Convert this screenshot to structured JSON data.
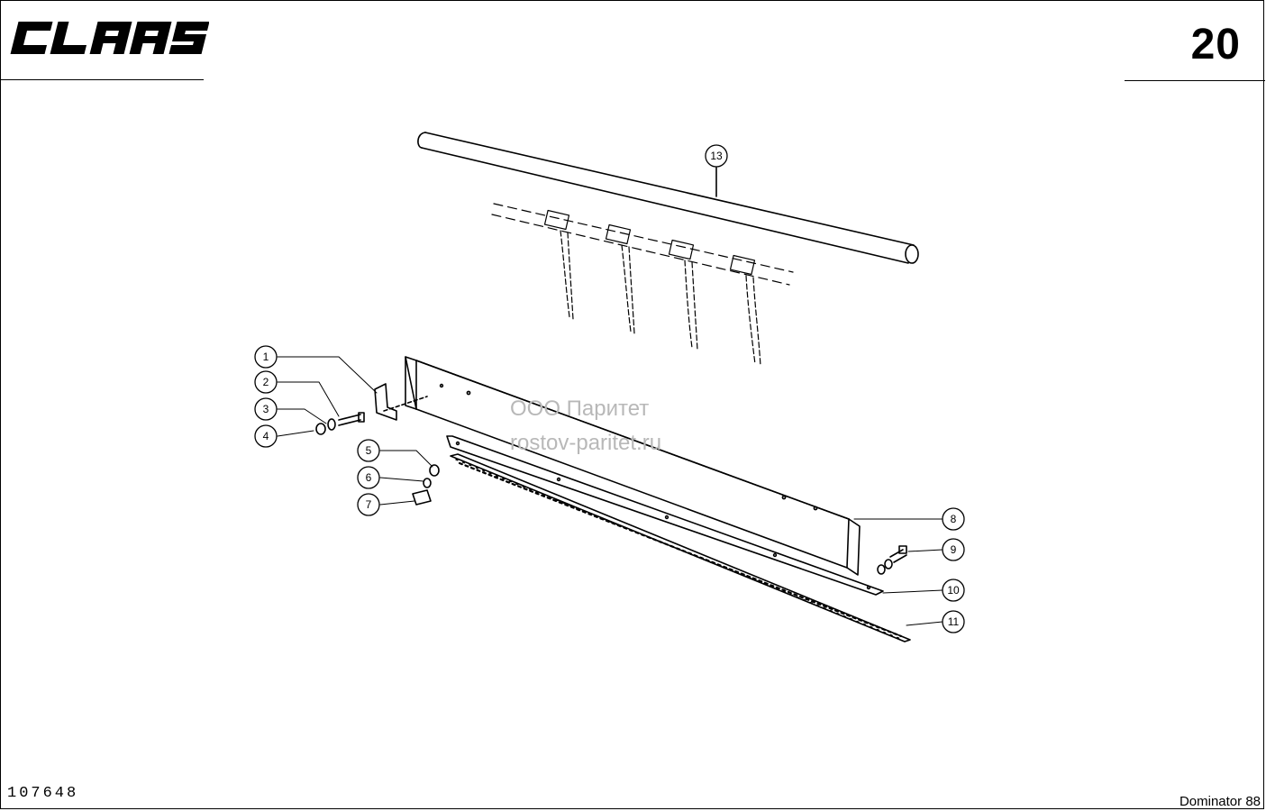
{
  "header": {
    "brand": "CLAAS",
    "page_number": "20"
  },
  "footer": {
    "drawing_id": "107648",
    "model": "Dominator 88"
  },
  "watermark": {
    "company": "ООО Паритет",
    "site": "rostov-paritet.ru"
  },
  "callouts": [
    "1",
    "2",
    "3",
    "4",
    "5",
    "6",
    "7",
    "8",
    "9",
    "10",
    "11",
    "13"
  ]
}
